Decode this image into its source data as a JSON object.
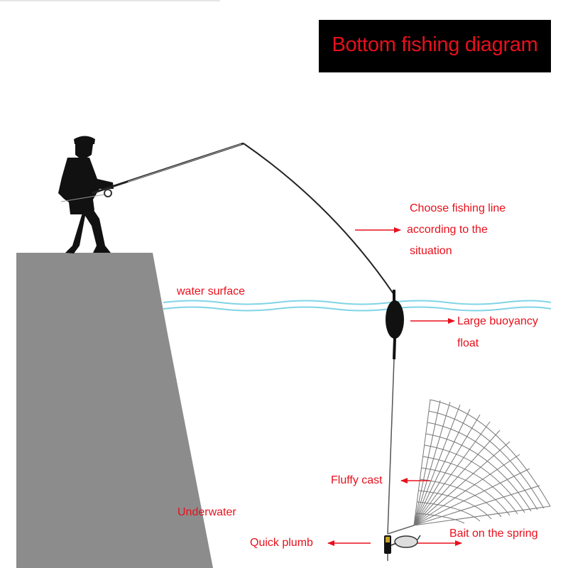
{
  "title": "Bottom fishing diagram",
  "labels": {
    "fishing_line": [
      "Choose fishing line",
      "according to the",
      "situation"
    ],
    "water_surface": "water surface",
    "float": [
      "Large buoyancy",
      "float"
    ],
    "fluffy_cast": "Fluffy cast",
    "underwater": "Underwater",
    "quick_plumb": "Quick plumb",
    "bait_spring": "Bait on the spring"
  },
  "colors": {
    "label_red": "#e8101c",
    "title_bg": "#000000",
    "bank_gray": "#8c8c8c",
    "water_line": "#7fd4e6",
    "silhouette": "#111111"
  }
}
